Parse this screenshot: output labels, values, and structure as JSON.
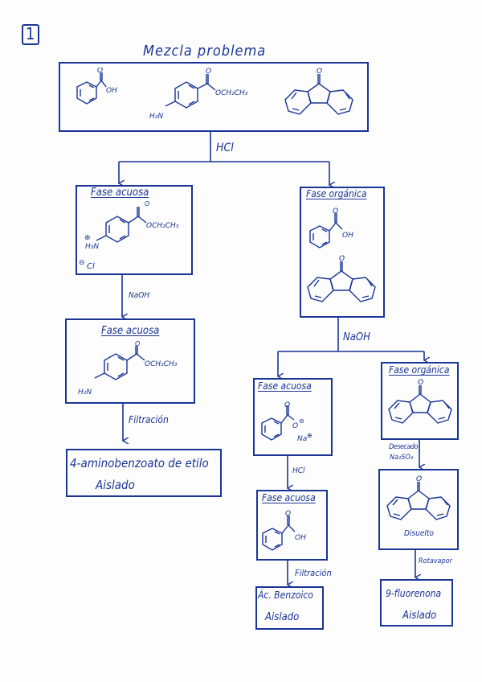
{
  "page_number": "1",
  "title": "Mezcla problema",
  "colors": {
    "ink": "#1a3596",
    "paper": "#fdfdfd"
  },
  "mixture": {
    "compounds": [
      {
        "name": "benzoic-acid",
        "labels": {
          "carbonyl": "O",
          "oh": "OH"
        }
      },
      {
        "name": "ethyl-4-aminobenzoate",
        "labels": {
          "carbonyl": "O",
          "ester": "OCH₂CH₃",
          "amine": "H₂N"
        }
      },
      {
        "name": "9-fluorenone",
        "labels": {
          "carbonyl": "O"
        }
      }
    ]
  },
  "steps": {
    "step1_reagent": "HCl",
    "step2_left_reagent": "NaOH",
    "step3_left_op": "Filtración",
    "step2_right_reagent": "NaOH",
    "step3_mid_reagent": "HCl",
    "step4_mid_op": "Filtración",
    "step3_right_op_line1": "Desecado",
    "step3_right_op_line2": "Na₂SO₄",
    "step4_right_op": "Rotavapor"
  },
  "boxes": {
    "aq1": {
      "title": "Fase acuosa",
      "labels": {
        "carbonyl": "O",
        "ester": "OCH₂CH₃",
        "amine": "H₃N",
        "plus": "⊕",
        "minus": "⊖",
        "counterion": "Cl"
      }
    },
    "org1": {
      "title": "Fase orgánica",
      "labels": {
        "carbonyl1": "O",
        "oh": "OH",
        "carbonyl2": "O"
      }
    },
    "aq2": {
      "title": "Fase acuosa",
      "labels": {
        "carbonyl": "O",
        "ester": "OCH₂CH₃",
        "amine": "H₂N"
      }
    },
    "aq3": {
      "title": "Fase acuosa",
      "labels": {
        "carbonyl": "O",
        "oxide": "O",
        "minus": "⊖",
        "na": "Na",
        "plus": "⊕"
      }
    },
    "org2": {
      "title": "Fase orgánica",
      "labels": {
        "carbonyl": "O"
      }
    },
    "aq4": {
      "title": "Fase acuosa",
      "labels": {
        "carbonyl": "O",
        "oh": "OH"
      }
    },
    "dissolved": {
      "labels": {
        "carbonyl": "O"
      },
      "caption": "Disuelto"
    }
  },
  "results": {
    "ester": {
      "line1": "4-aminobenzoato de etilo",
      "line2": "Aislado"
    },
    "acid": {
      "line1": "Ác. Benzoico",
      "line2": "Aislado"
    },
    "fluorenone": {
      "line1": "9-fluorenona",
      "line2": "Aislado"
    }
  }
}
